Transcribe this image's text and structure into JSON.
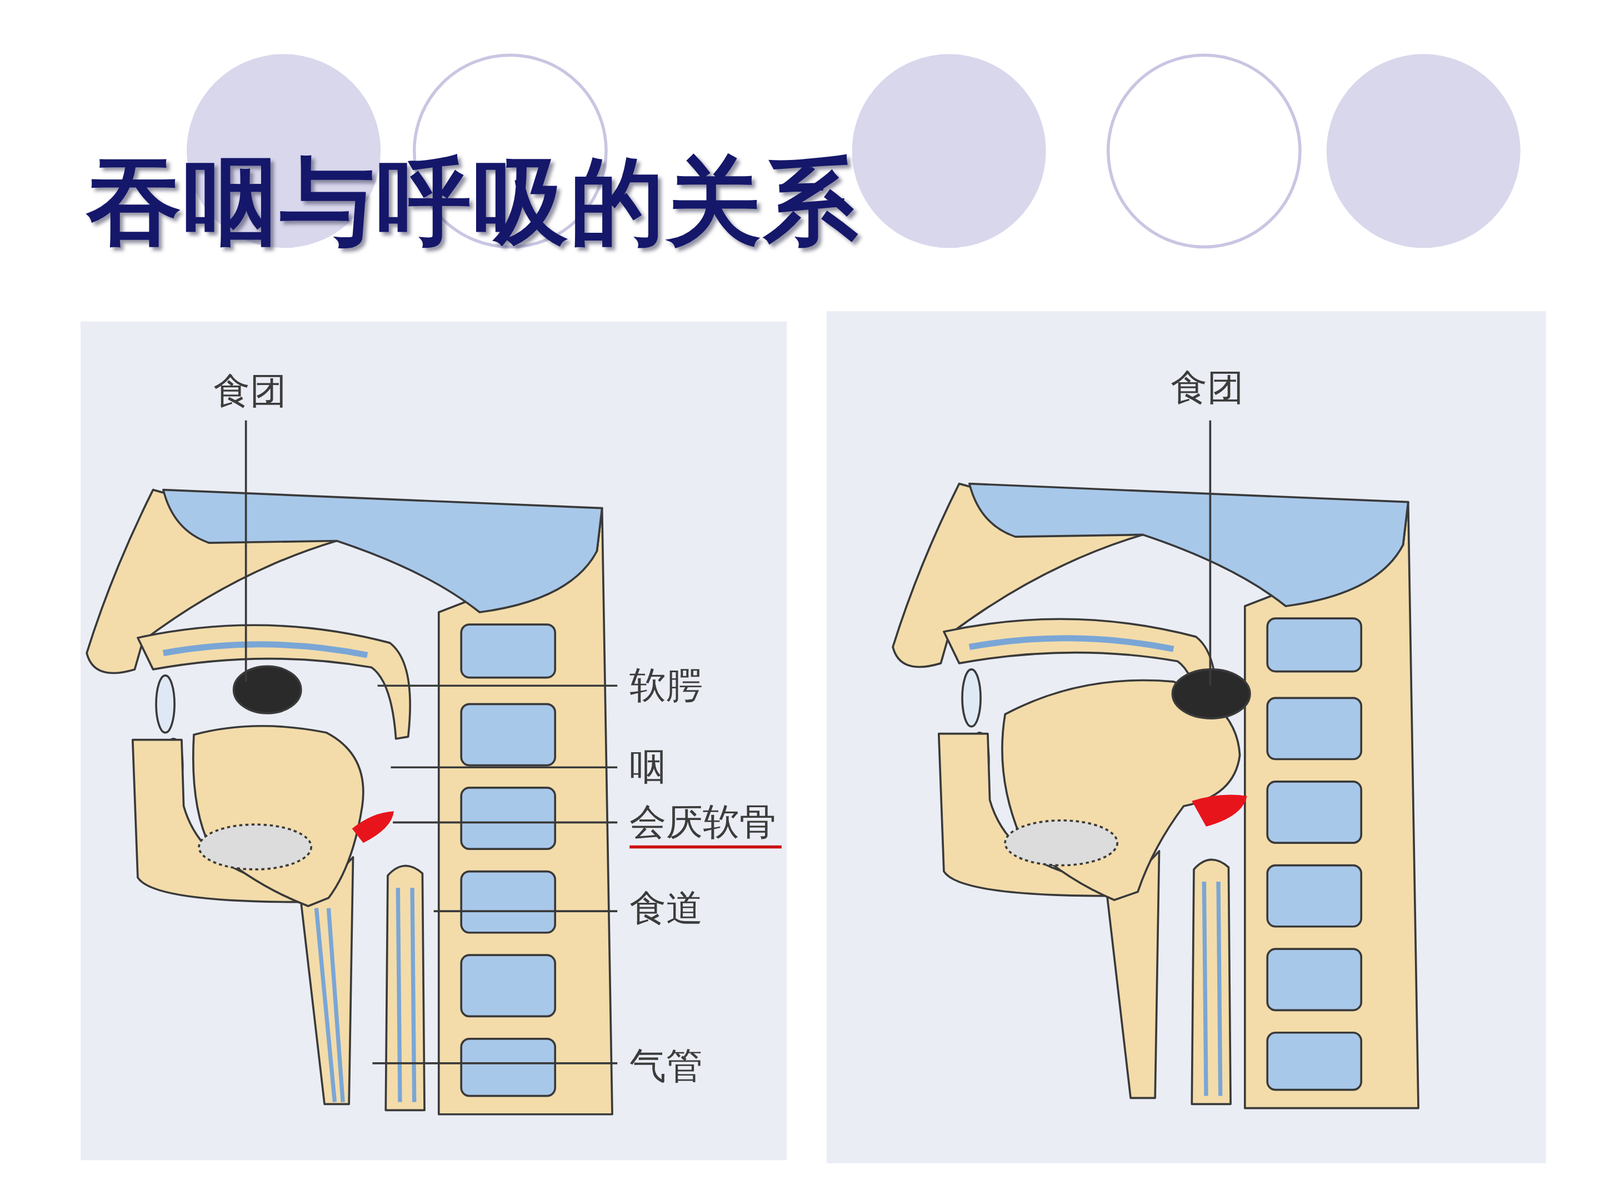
{
  "diagram": {
    "title": "吞咽与呼吸的关系",
    "labels": [
      "食团",
      "软腭",
      "咽",
      "会厌软骨",
      "食道",
      "气管",
      "食团"
    ]
  }
}
